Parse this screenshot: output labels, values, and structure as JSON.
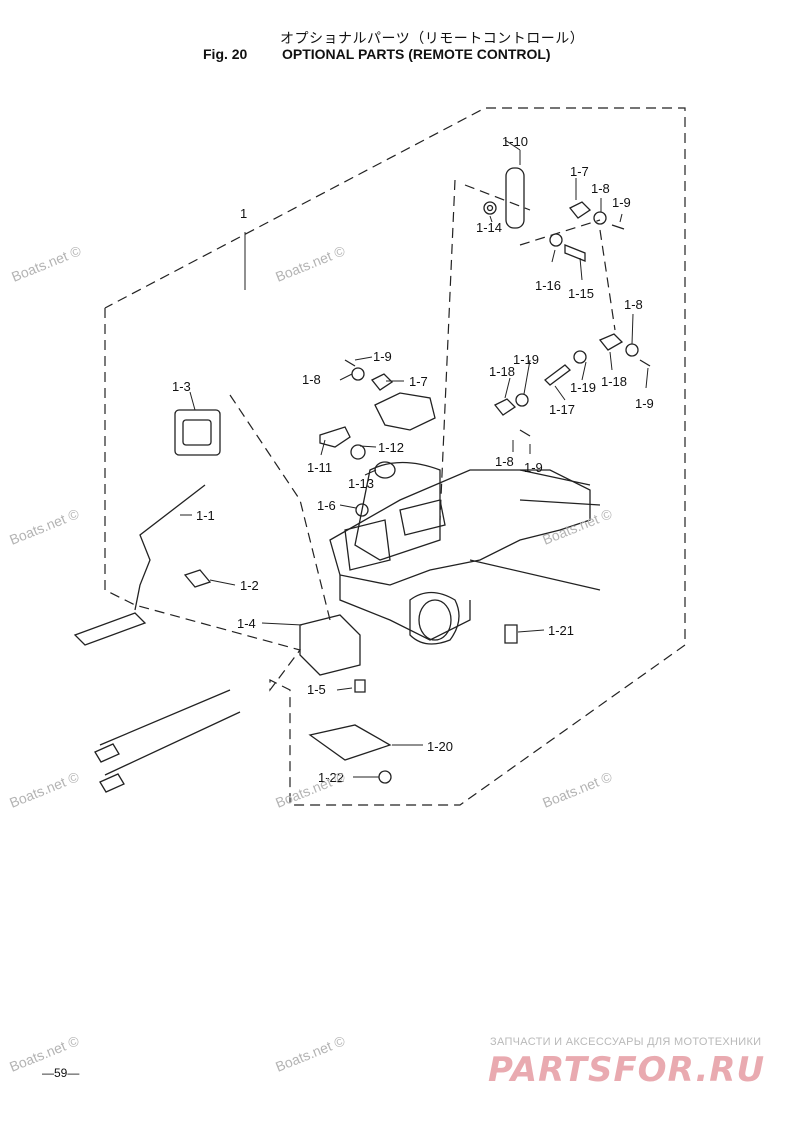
{
  "header": {
    "title_jp": "オプショナルパーツ（リモートコントロール）",
    "fig_label": "Fig. 20",
    "title_en": "OPTIONAL PARTS (REMOTE CONTROL)"
  },
  "diagram": {
    "assembly_label": "1",
    "callouts": [
      "1-1",
      "1-2",
      "1-3",
      "1-4",
      "1-5",
      "1-6",
      "1-7",
      "1-8",
      "1-9",
      "1-10",
      "1-11",
      "1-12",
      "1-13",
      "1-14",
      "1-15",
      "1-16",
      "1-17",
      "1-18",
      "1-19",
      "1-20",
      "1-21",
      "1-22"
    ],
    "watermark": "Boats.net ©"
  },
  "footer": {
    "page_number": "—59—",
    "brand_tagline": "ЗАПЧАСТИ И АКСЕССУАРЫ ДЛЯ МОТОТЕХНИКИ",
    "brand_logo": "PARTSFOR.RU"
  }
}
